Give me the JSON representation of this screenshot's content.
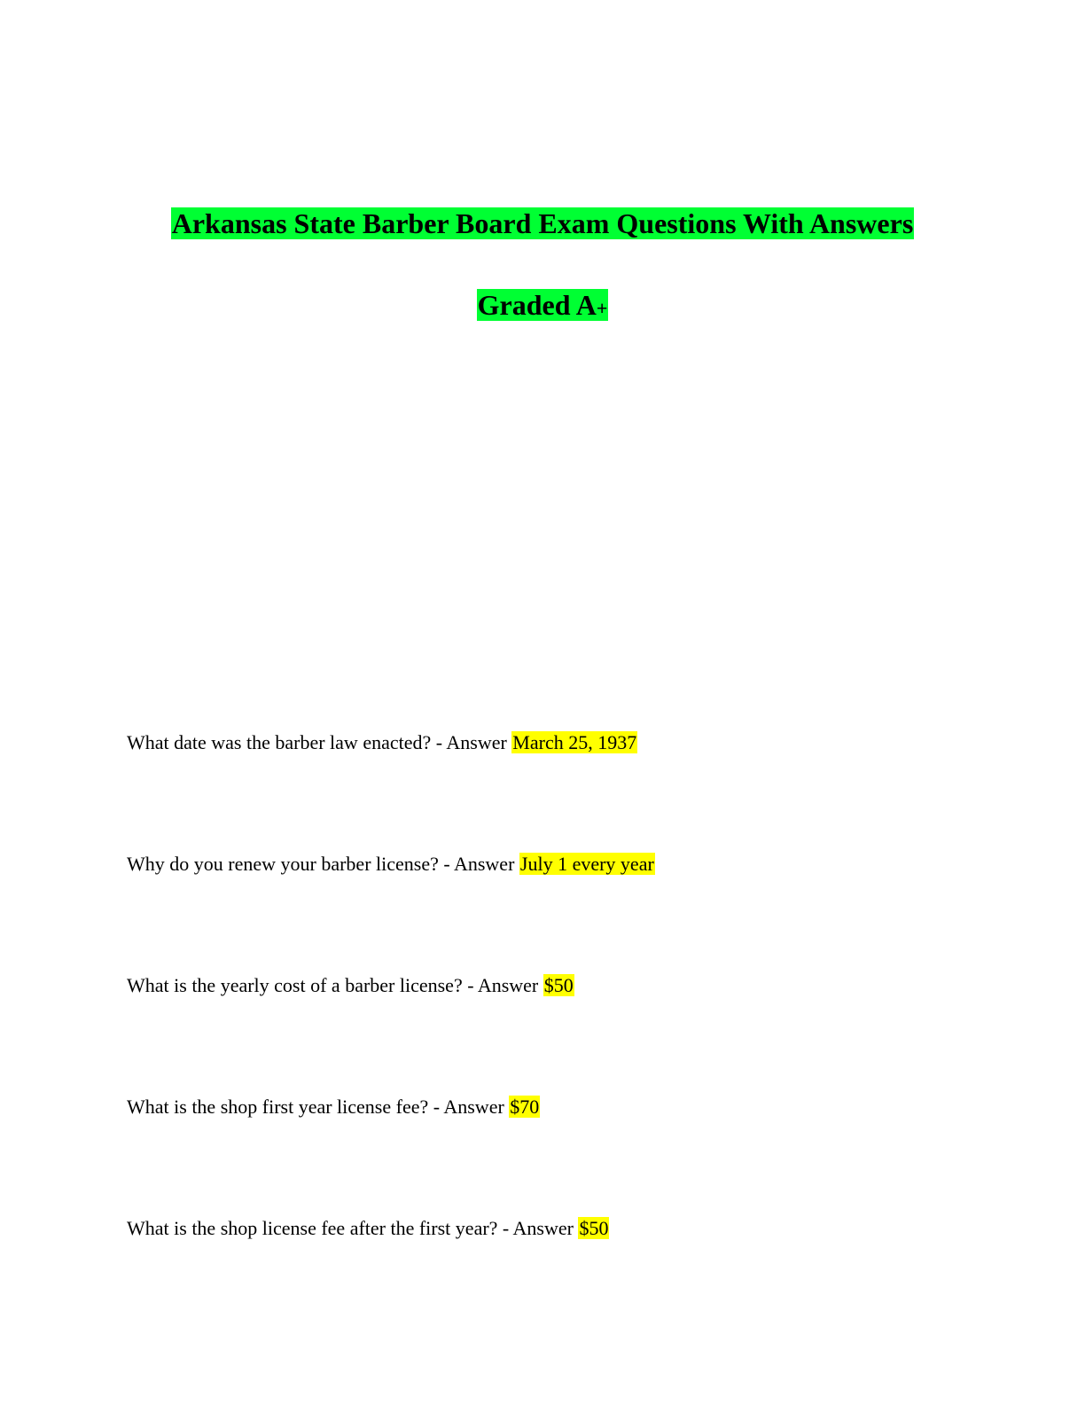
{
  "document": {
    "title_line1": "Arkansas State Barber Board Exam Questions With Answers",
    "title_line2_main": "Graded A",
    "title_line2_plus": "+",
    "highlight_colors": {
      "title": "#00ff33",
      "answer": "#ffff00"
    },
    "qa": [
      {
        "question": "What date was the barber law enacted? - Answer ",
        "answer": "March 25, 1937"
      },
      {
        "question": "Why do you renew your barber license? - Answer ",
        "answer": "July 1 every year"
      },
      {
        "question": "What is the yearly cost of a barber license? - Answer ",
        "answer": "$50"
      },
      {
        "question": "What is the shop first year license fee? - Answer ",
        "answer": "$70"
      },
      {
        "question": "What is the shop license fee after the first year? - Answer ",
        "answer": "$50"
      }
    ]
  }
}
